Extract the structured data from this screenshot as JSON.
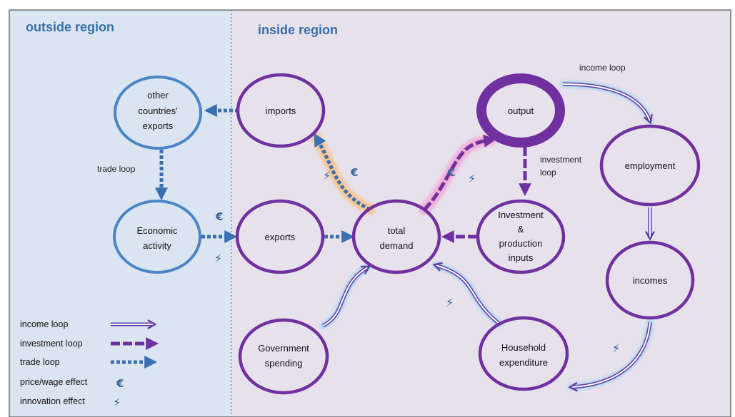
{
  "regions": {
    "outside": "outside region",
    "inside": "inside region"
  },
  "nodes": {
    "other_exports": [
      "other",
      "countries'",
      "exports"
    ],
    "economic_activity": [
      "Economic",
      "activity"
    ],
    "imports": [
      "imports"
    ],
    "exports": [
      "exports"
    ],
    "government_spending": [
      "Government",
      "spending"
    ],
    "total_demand": [
      "total",
      "demand"
    ],
    "output": [
      "output"
    ],
    "investment_inputs": [
      "Investment",
      "&",
      "production",
      "inputs"
    ],
    "household_expenditure": [
      "Household",
      "expenditure"
    ],
    "employment": [
      "employment"
    ],
    "incomes": [
      "incomes"
    ]
  },
  "loop_labels": {
    "income": "income loop",
    "investment": [
      "investment",
      "loop"
    ],
    "trade": "trade loop"
  },
  "legend": {
    "income": "income loop",
    "investment": "investment loop",
    "trade": "trade loop",
    "price": "price/wage effect",
    "innovation": "innovation effect"
  },
  "symbols": {
    "price": "€",
    "innovation": "⚡"
  },
  "colors": {
    "outside_bg": "#dbe5f1",
    "inside_bg": "#e7e1ec",
    "outside_node": "#4a86c5",
    "inside_node": "#7030a0",
    "income_arrow": "#5b3aa8",
    "income_glow": "#9fd3f2",
    "investment_arrow": "#7030a0",
    "investment_glow": "#f3a7d8",
    "trade_arrow": "#3a6fb0",
    "trade_glow": "#f6c48a"
  }
}
